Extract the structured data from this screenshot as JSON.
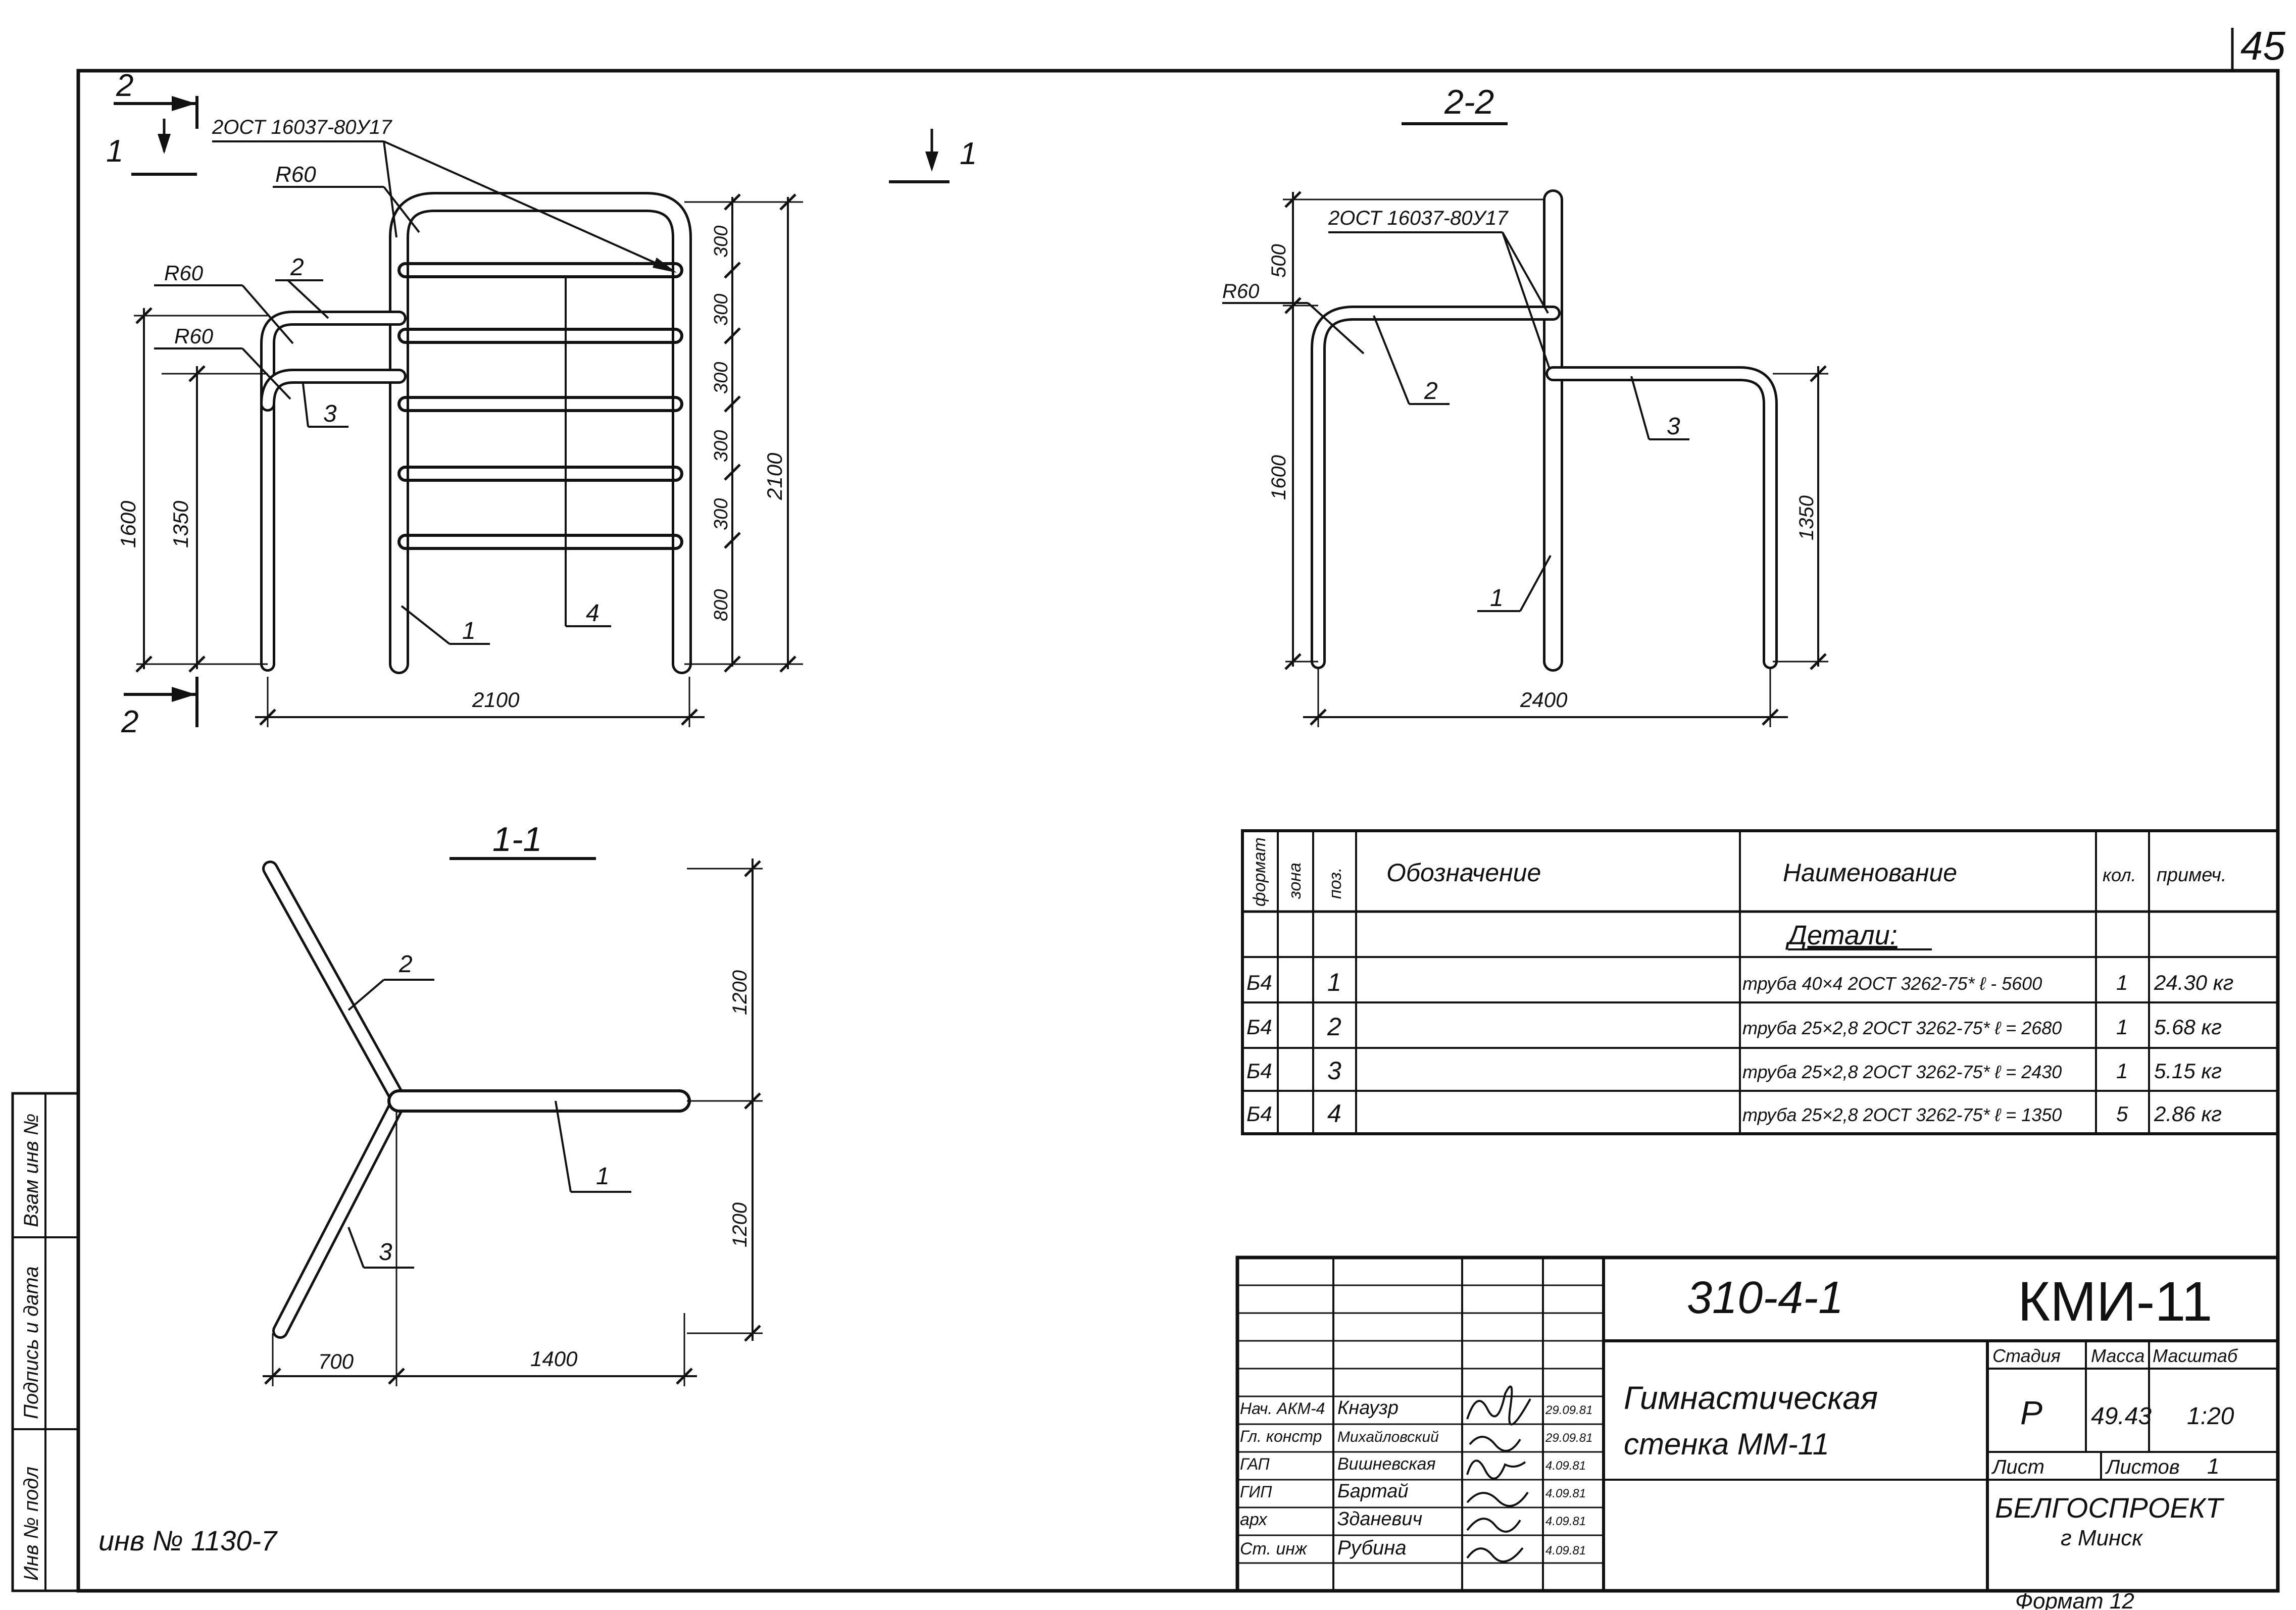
{
  "page_number": "45",
  "section_marks": {
    "section_1": "1",
    "section_2": "2"
  },
  "front_view": {
    "weld_note": "2ОСТ 16037-80У17",
    "radius_labels": [
      "R60",
      "R60",
      "R60"
    ],
    "positions": [
      "1",
      "2",
      "3",
      "4"
    ],
    "dims": {
      "height_low": "1600",
      "height_step": "1350",
      "rung_gaps": [
        "300",
        "300",
        "300",
        "300",
        "300"
      ],
      "bottom_gap": "800",
      "total_height": "2100",
      "width": "2100"
    }
  },
  "section_2_2": {
    "title": "2-2",
    "weld_note": "2ОСТ 16037-80У17",
    "radius_label": "R60",
    "positions": [
      "1",
      "2",
      "3"
    ],
    "dims": {
      "top": "500",
      "height": "1600",
      "height_right": "1350",
      "width": "2400"
    }
  },
  "section_1_1": {
    "title": "1-1",
    "positions": [
      "1",
      "2",
      "3"
    ],
    "dims": {
      "top": "1200",
      "bottom": "1200",
      "left": "700",
      "right": "1400"
    }
  },
  "spec_table": {
    "headers": {
      "format": "формат",
      "zone": "зона",
      "pos": "поз.",
      "designation": "Обозначение",
      "name": "Наименование",
      "qty": "кол.",
      "note": "примеч."
    },
    "group_title": "Детали:",
    "rows": [
      {
        "format": "Б4",
        "pos": "1",
        "name": "труба 40×4 2ОСТ 3262-75* ℓ - 5600",
        "qty": "1",
        "note": "24.30 кг"
      },
      {
        "format": "Б4",
        "pos": "2",
        "name": "труба 25×2,8 2ОСТ 3262-75* ℓ = 2680",
        "qty": "1",
        "note": "5.68 кг"
      },
      {
        "format": "Б4",
        "pos": "3",
        "name": "труба 25×2,8 2ОСТ 3262-75* ℓ = 2430",
        "qty": "1",
        "note": "5.15 кг"
      },
      {
        "format": "Б4",
        "pos": "4",
        "name": "труба 25×2,8 2ОСТ 3262-75* ℓ = 1350",
        "qty": "5",
        "note": "2.86 кг"
      }
    ]
  },
  "title_block": {
    "series": "310-4-1",
    "mark": "КМИ-11",
    "title_line1": "Гимнастическая",
    "title_line2": "стенка ММ-11",
    "stage_label": "Стадия",
    "mass_label": "Масса",
    "scale_label": "Масштаб",
    "stage": "Р",
    "mass": "49.43",
    "scale": "1:20",
    "sheet_label": "Лист",
    "sheets_label": "Листов",
    "sheets": "1",
    "org": "БЕЛГОСПРОЕКТ",
    "city": "г Минск",
    "format": "Формат 12",
    "signatures": [
      {
        "role": "Нач. АКМ-4",
        "name": "Кнаузр",
        "date": "29.09.81"
      },
      {
        "role": "Гл. констр",
        "name": "Михайловский",
        "date": "29.09.81"
      },
      {
        "role": "ГАП",
        "name": "Вишневская",
        "date": "4.09.81"
      },
      {
        "role": "ГИП",
        "name": "Бартай",
        "date": "4.09.81"
      },
      {
        "role": "арх",
        "name": "Зданевич",
        "date": "4.09.81"
      },
      {
        "role": "Ст. инж",
        "name": "Рубина",
        "date": "4.09.81"
      }
    ]
  },
  "side_stamp": {
    "inv_orig": "Инв № подл",
    "sign_date": "Подпись и дата",
    "inv_repl": "Взам инв №"
  },
  "inv_note": "инв № 1130-7"
}
